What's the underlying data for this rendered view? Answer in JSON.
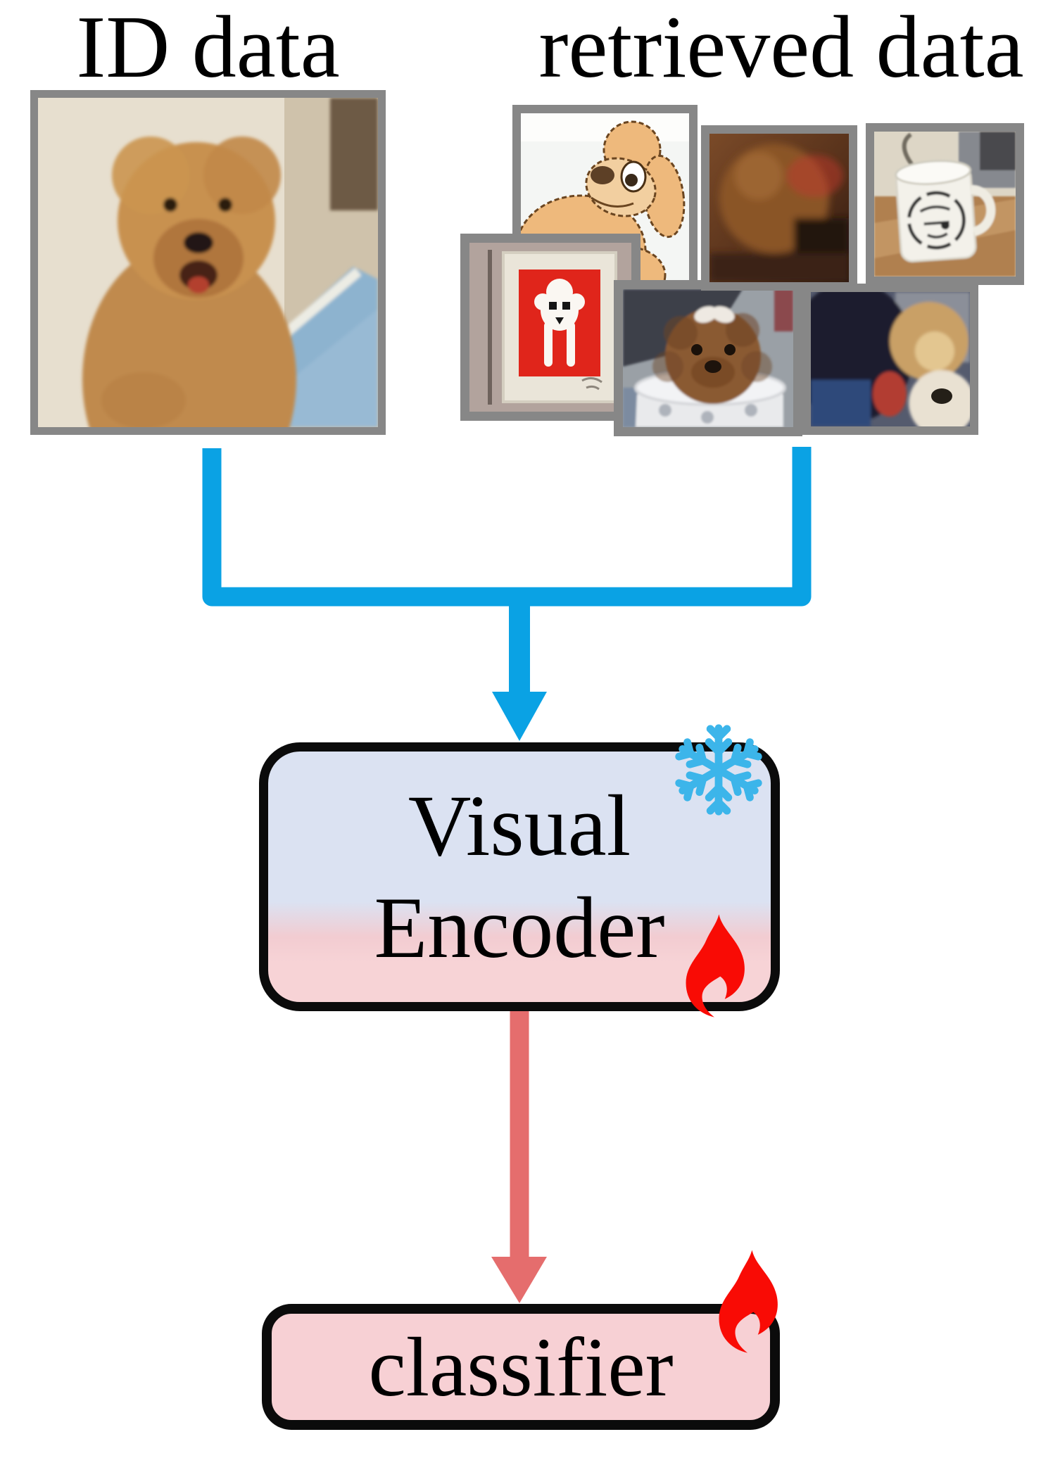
{
  "titles": {
    "id_data": "ID data",
    "retrieved_data": "retrieved data"
  },
  "encoder_box": {
    "line1": "Visual",
    "line2": "Encoder",
    "top_state": "frozen",
    "bottom_state": "trainable"
  },
  "classifier_box": {
    "label": "classifier",
    "state": "trainable"
  },
  "icons": {
    "snowflake": "snowflake-icon (frozen weights)",
    "flame_encoder": "flame-icon (trainable lower layers)",
    "flame_classifier": "flame-icon (trainable classifier)"
  },
  "images": {
    "id_data": {
      "name": "poodle-photo",
      "description": "fluffy apricot toy poodle facing camera, cream wall, blue tray"
    },
    "retrieved": [
      {
        "name": "cartoon-poodle",
        "description": "cartoon drawing of a tan poodle on white"
      },
      {
        "name": "framed-poodle-art",
        "description": "framed print of white poodle on red mat"
      },
      {
        "name": "puppy-in-cup",
        "description": "brown poodle puppy sitting in polka-dot cup"
      },
      {
        "name": "poodle-closeup",
        "description": "blurry close-up of brown poodle"
      },
      {
        "name": "plush-poodles",
        "description": "dark poodle with tan and white plush toys"
      },
      {
        "name": "poodle-mug",
        "description": "white mug with poodle sketch on wooden table"
      }
    ]
  },
  "colors": {
    "arrow_blue": "#0aa2e4",
    "snowflake_blue": "#3cb5ea",
    "flame_red": "#f90b05",
    "arrow_salmon": "#e56d6d",
    "encoder_top": "#dbe2f2",
    "encoder_bottom": "#f7d3d6",
    "classifier_pink": "#f7d0d4",
    "tile_border": "#878787",
    "box_border": "#0b0b0b"
  }
}
